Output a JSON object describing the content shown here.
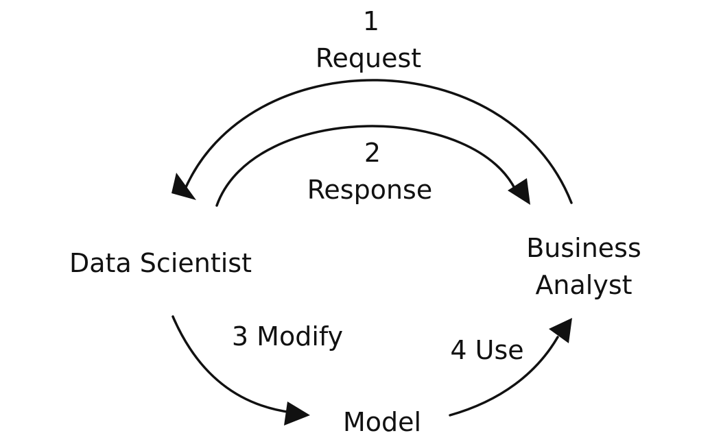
{
  "nodes": {
    "data_scientist": {
      "label": "Data Scientist"
    },
    "business_analyst": {
      "label_line1": "Business",
      "label_line2": "Analyst"
    },
    "model": {
      "label": "Model"
    }
  },
  "edges": {
    "request": {
      "step": "1",
      "label": "Request"
    },
    "response": {
      "step": "2",
      "label": "Response"
    },
    "modify": {
      "label": "3 Modify"
    },
    "use": {
      "label": "4 Use"
    }
  },
  "colors": {
    "stroke": "#111111",
    "background": "#ffffff"
  }
}
